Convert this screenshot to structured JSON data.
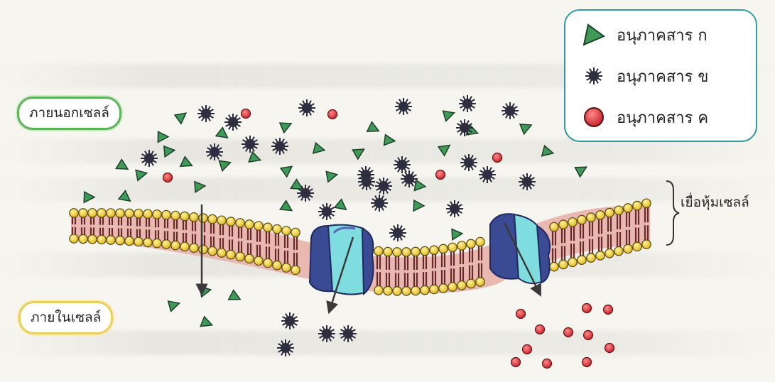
{
  "labels": {
    "outside_cell": "ภายนอกเซลล์",
    "inside_cell": "ภายในเซลล์",
    "cell_membrane": "เยื่อหุ้มเซลล์"
  },
  "legend": [
    {
      "label": "อนุภาคสาร ก",
      "icon": "triangle-icon",
      "color": "#3f9a57"
    },
    {
      "label": "อนุภาคสาร ข",
      "icon": "spiky-particle-icon",
      "color": "#2a2a3a"
    },
    {
      "label": "อนุภาคสาร ค",
      "icon": "circle-icon",
      "color": "#d8343c"
    }
  ],
  "colors": {
    "lipid_head": "#f2d230",
    "lipid_tail": "#6b2a2a",
    "membrane_core": "#e9b8b0",
    "protein_channel": "#3a4a93",
    "channel_pore": "#7fdde0",
    "arrow": "#3a3a3a"
  }
}
